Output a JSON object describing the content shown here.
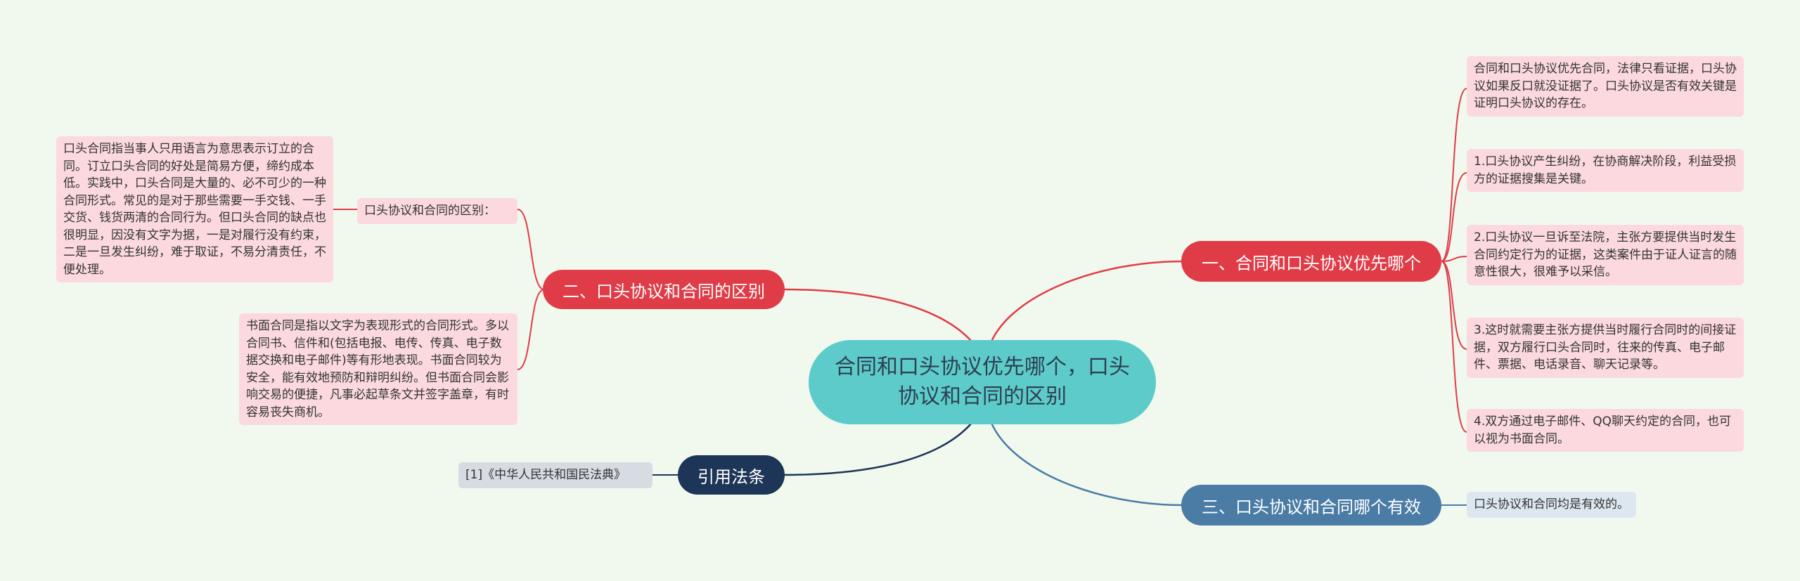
{
  "center": {
    "title": "合同和口头协议优先哪个，口头协议和合同的区别"
  },
  "branches": {
    "priority": {
      "label": "一、合同和口头协议优先哪个",
      "color": "#e03c47",
      "items": [
        "合同和口头协议优先合同，法律只看证据，口头协议如果反口就没证据了。口头协议是否有效关键是证明口头协议的存在。",
        "1.口头协议产生纠纷，在协商解决阶段，利益受损方的证据搜集是关键。",
        "2.口头协议一旦诉至法院，主张方要提供当时发生合同约定行为的证据，这类案件由于证人证言的随意性很大，很难予以采信。",
        "3.这时就需要主张方提供当时履行合同时的间接证据，双方履行口头合同时，往来的传真、电子邮件、票据、电话录音、聊天记录等。",
        "4.双方通过电子邮件、QQ聊天约定的合同，也可以视为书面合同。"
      ]
    },
    "difference": {
      "label": "二、口头协议和合同的区别",
      "color": "#e03c47",
      "sub_label": "口头协议和合同的区别：",
      "sub_detail": "口头合同指当事人只用语言为意思表示订立的合同。订立口头合同的好处是简易方便，缔约成本低。实践中，口头合同是大量的、必不可少的一种合同形式。常见的是对于那些需要一手交钱、一手交货、钱货两清的合同行为。但口头合同的缺点也很明显，因没有文字为据，一是对履行没有约束，二是一旦发生纠纷，难于取证，不易分清责任，不便处理。",
      "written": "书面合同是指以文字为表现形式的合同形式。多以合同书、信件和(包括电报、电传、传真、电子数据交换和电子邮件)等有形地表现。书面合同较为安全，能有效地预防和辩明纠纷。但书面合同会影响交易的便捷，凡事必起草条文并签字盖章，有时容易丧失商机。"
    },
    "validity": {
      "label": "三、口头协议和合同哪个有效",
      "color": "#4a7ca6",
      "item": "口头协议和合同均是有效的。"
    },
    "citation": {
      "label": "引用法条",
      "color": "#1d3557",
      "item": "[1]《中华人民共和国民法典》"
    }
  }
}
